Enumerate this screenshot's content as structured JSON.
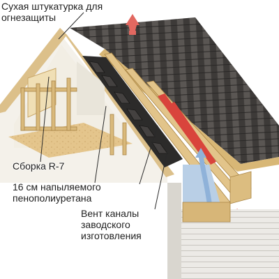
{
  "labels": {
    "drywall": [
      "Сухая штукатурка для",
      "огнезащиты"
    ],
    "r7": "Сборка R-7",
    "foam": [
      "16 см напыляемого",
      "пенополиуретана"
    ],
    "vent": [
      "Вент каналы",
      "заводского",
      "изготовления"
    ]
  },
  "colors": {
    "shingle_dark": "#3f3c3a",
    "shingle_light": "#6e6a66",
    "osb": "#e6c890",
    "timber": "#dcc08a",
    "wall_white": "#f5f3ee",
    "blue_space": "#b9cfe6",
    "foam_dark": "#2c2b2a",
    "arrow_red": "#d9443c",
    "siding": "#eceae6"
  }
}
